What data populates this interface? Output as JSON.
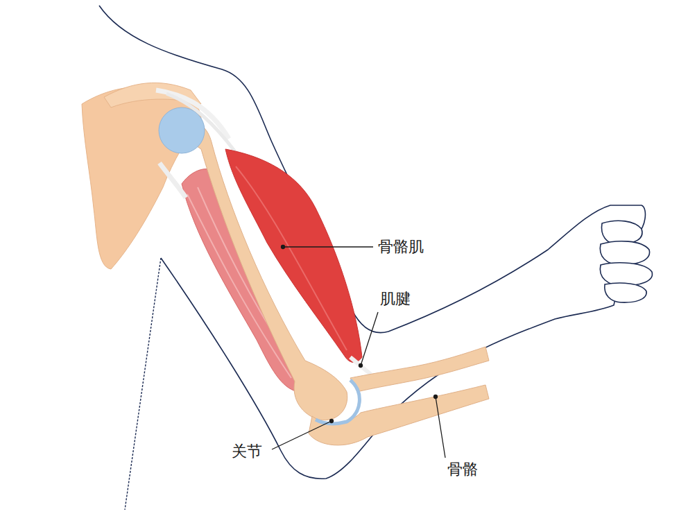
{
  "diagram": {
    "labels": [
      "骨骼肌",
      "肌腱",
      "关节",
      "骨骼"
    ]
  }
}
